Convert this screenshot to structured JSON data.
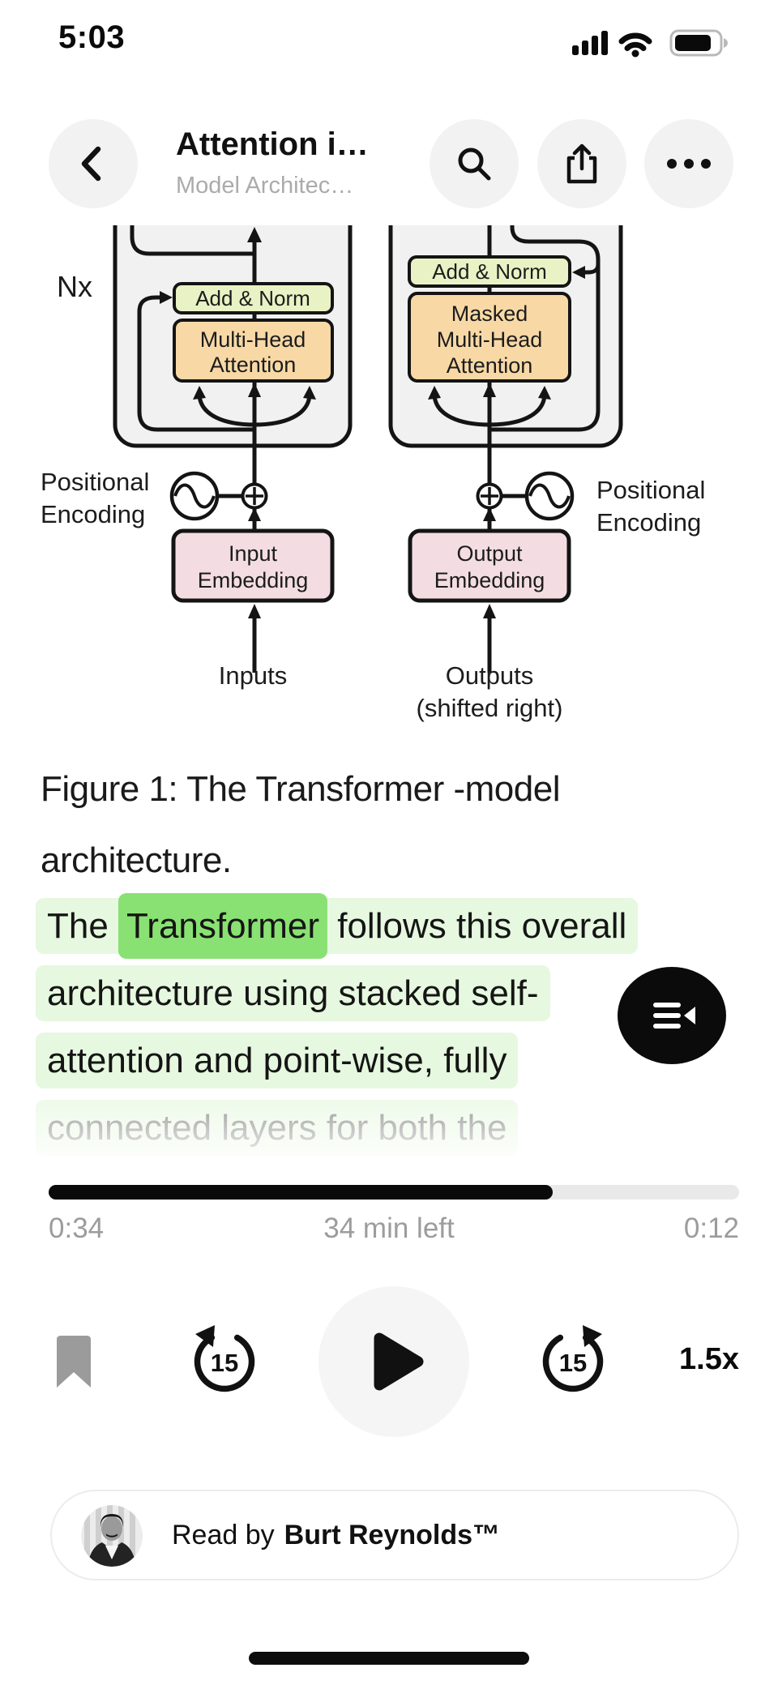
{
  "status_bar": {
    "time": "5:03",
    "icons": {
      "signal": "cellular-signal-icon",
      "wifi": "wifi-icon",
      "battery": "battery-icon"
    }
  },
  "header": {
    "title": "Attention i…",
    "subtitle": "Model Architec…",
    "icons": {
      "back": "chevron-left-icon",
      "search": "search-icon",
      "share": "share-icon",
      "more": "ellipsis-icon"
    }
  },
  "figure": {
    "nx": "Nx",
    "encoder": {
      "add_norm": "Add & Norm",
      "attn1": "Multi-Head",
      "attn2": "Attention",
      "emb1": "Input",
      "emb2": "Embedding",
      "inputs": "Inputs"
    },
    "decoder": {
      "add_norm": "Add & Norm",
      "attn1": "Masked",
      "attn2": "Multi-Head",
      "attn3": "Attention",
      "emb1": "Output",
      "emb2": "Embedding",
      "outputs": "Outputs",
      "outputs2": "(shifted right)"
    },
    "pos_left1": "Positional",
    "pos_left2": "Encoding",
    "pos_right1": "Positional",
    "pos_right2": "Encoding",
    "colors": {
      "block_fill": "#f1f1f1",
      "add_norm_fill": "#e9f2c4",
      "attention_fill": "#f8d9a6",
      "embedding_fill": "#f3dde3",
      "line": "#141414"
    }
  },
  "caption": {
    "line1": "Figure 1: The Transformer -model",
    "line2": "architecture."
  },
  "paragraph": {
    "highlight_light": "#E6F8DF",
    "highlight_word": "#8AE173",
    "lines": [
      {
        "pre": "The ",
        "word": "Transformer",
        "post": " follows this overall"
      },
      {
        "text": "architecture using stacked self-"
      },
      {
        "text": "attention and point-wise, fully"
      },
      {
        "text": "connected layers for both the"
      }
    ]
  },
  "player": {
    "current_time": "0:34",
    "time_remaining_label": "34 min left",
    "segment_remaining": "0:12",
    "progress_percent": 73,
    "speed_label": "1.5x",
    "skip_back_seconds": "15",
    "skip_forward_seconds": "15",
    "icons": {
      "bookmark": "bookmark-icon",
      "rewind": "rewind-15-icon",
      "play": "play-icon",
      "forward": "forward-15-icon",
      "queue": "read-along-queue-icon"
    }
  },
  "narrator": {
    "prefix": "Read by",
    "name": "Burt Reynolds™"
  }
}
